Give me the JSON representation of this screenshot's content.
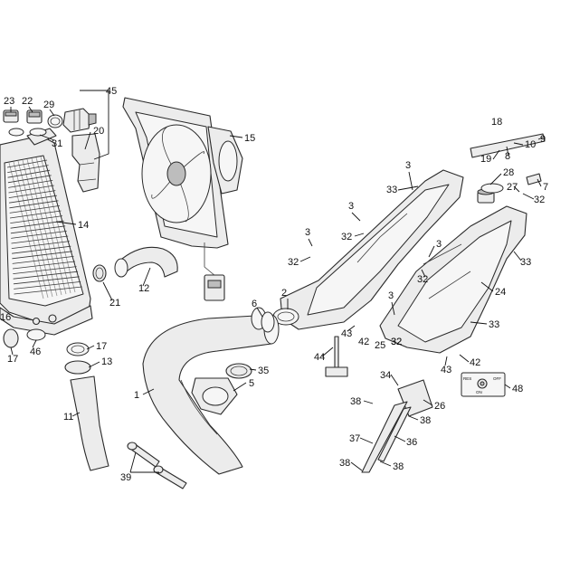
{
  "callouts": [
    {
      "id": "c23",
      "label": "23"
    },
    {
      "id": "c22",
      "label": "22"
    },
    {
      "id": "c29",
      "label": "29"
    },
    {
      "id": "c45",
      "label": "45"
    },
    {
      "id": "c20",
      "label": "20"
    },
    {
      "id": "c31",
      "label": "31"
    },
    {
      "id": "c14",
      "label": "14"
    },
    {
      "id": "c15",
      "label": "15"
    },
    {
      "id": "c18",
      "label": "18"
    },
    {
      "id": "c9",
      "label": "9"
    },
    {
      "id": "c10",
      "label": "10"
    },
    {
      "id": "c19",
      "label": "19"
    },
    {
      "id": "c8",
      "label": "8"
    },
    {
      "id": "c28",
      "label": "28"
    },
    {
      "id": "c27",
      "label": "27"
    },
    {
      "id": "c7",
      "label": "7"
    },
    {
      "id": "c32a",
      "label": "32"
    },
    {
      "id": "c3a",
      "label": "3"
    },
    {
      "id": "c33a",
      "label": "33"
    },
    {
      "id": "c3b",
      "label": "3"
    },
    {
      "id": "c32b",
      "label": "32"
    },
    {
      "id": "c3c",
      "label": "3"
    },
    {
      "id": "c32c",
      "label": "32"
    },
    {
      "id": "c3d",
      "label": "3"
    },
    {
      "id": "c32d",
      "label": "32"
    },
    {
      "id": "c33b",
      "label": "33"
    },
    {
      "id": "c24",
      "label": "24"
    },
    {
      "id": "c12",
      "label": "12"
    },
    {
      "id": "c21",
      "label": "21"
    },
    {
      "id": "c6",
      "label": "6"
    },
    {
      "id": "c2",
      "label": "2"
    },
    {
      "id": "c3e",
      "label": "3"
    },
    {
      "id": "c32e",
      "label": "32"
    },
    {
      "id": "c33c",
      "label": "33"
    },
    {
      "id": "c43a",
      "label": "43"
    },
    {
      "id": "c42a",
      "label": "42"
    },
    {
      "id": "c25",
      "label": "25"
    },
    {
      "id": "c32f",
      "label": "32"
    },
    {
      "id": "c44",
      "label": "44"
    },
    {
      "id": "c42b",
      "label": "42"
    },
    {
      "id": "c43b",
      "label": "43"
    },
    {
      "id": "c16",
      "label": "16"
    },
    {
      "id": "c17a",
      "label": "17"
    },
    {
      "id": "c46",
      "label": "46"
    },
    {
      "id": "c17b",
      "label": "17"
    },
    {
      "id": "c13",
      "label": "13"
    },
    {
      "id": "c35",
      "label": "35"
    },
    {
      "id": "c5",
      "label": "5"
    },
    {
      "id": "c1",
      "label": "1"
    },
    {
      "id": "c34",
      "label": "34"
    },
    {
      "id": "c26",
      "label": "26"
    },
    {
      "id": "c48",
      "label": "48"
    },
    {
      "id": "c11",
      "label": "11"
    },
    {
      "id": "c38a",
      "label": "38"
    },
    {
      "id": "c38b",
      "label": "38"
    },
    {
      "id": "c37",
      "label": "37"
    },
    {
      "id": "c36",
      "label": "36"
    },
    {
      "id": "c39",
      "label": "39"
    },
    {
      "id": "c38c",
      "label": "38"
    },
    {
      "id": "c38d",
      "label": "38"
    }
  ],
  "switch_labels": {
    "left": "RES",
    "right": "OFF",
    "bottom": "ON"
  }
}
